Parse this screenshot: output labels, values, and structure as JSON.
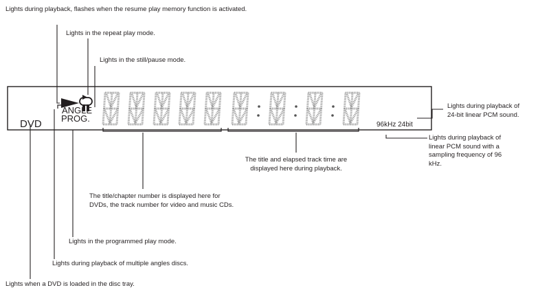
{
  "callouts": {
    "playback": "Lights during playback, flashes when the resume play memory function is activated.",
    "repeat": "Lights in the repeat play mode.",
    "still_pause": "Lights in the still/pause mode.",
    "bit24": [
      "Lights during playback of",
      "24-bit linear PCM sound."
    ],
    "khz96": [
      "Lights during playback of",
      "linear PCM sound with a",
      "sampling frequency of 96",
      "kHz."
    ],
    "time": [
      "The title and elapsed track time are",
      "displayed here during playback."
    ],
    "chapter": [
      "The title/chapter number is displayed here for",
      "DVDs, the track number for video and music CDs."
    ],
    "program": "Lights in the programmed play mode.",
    "angle": "Lights during playback of multiple angles discs.",
    "dvd": "Lights when a DVD is loaded in the disc tray."
  },
  "display": {
    "dvd": "DVD",
    "angle": "ANGLE",
    "prog": "PROG.",
    "freq": "96kHz 24bit"
  },
  "colors": {
    "ink": "#231f20",
    "segment": "#9a9a9a",
    "segment_dark": "#555555"
  }
}
